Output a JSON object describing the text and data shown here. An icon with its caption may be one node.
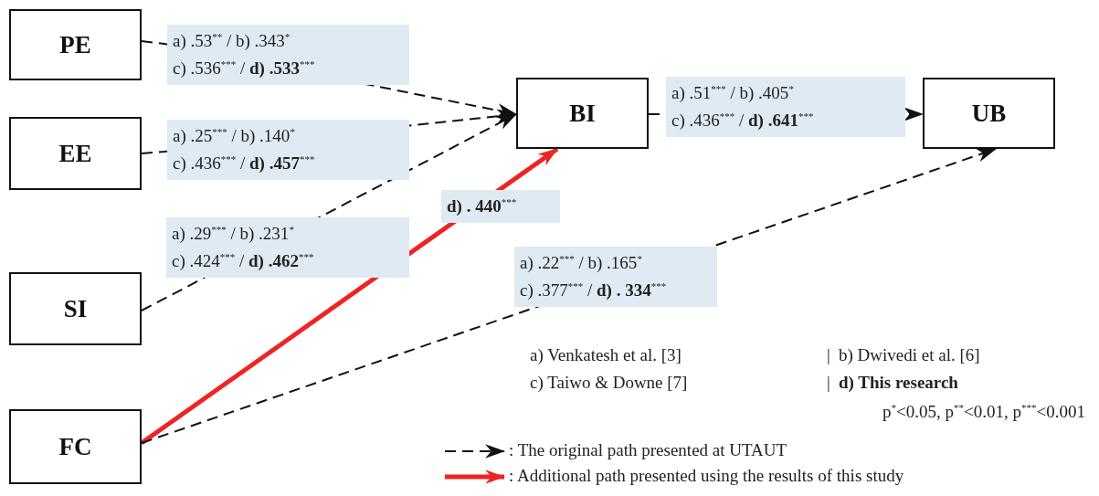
{
  "diagram": {
    "nodes": [
      {
        "text": [
          "PE"
        ]
      },
      {
        "text": [
          "EE"
        ]
      },
      {
        "text": [
          "SI"
        ]
      },
      {
        "text": [
          "FC"
        ]
      },
      {
        "text": [
          "BI"
        ]
      },
      {
        "text": [
          "UB"
        ]
      }
    ],
    "edges": [
      {
        "from": 0,
        "to": 4,
        "arrow": "to",
        "style": "dashed",
        "label": "a) .53$^{**}$ / b) .343$^{*}$ c) .536$^{***}$ / **d)** **.533**$^{***}$"
      },
      {
        "from": 1,
        "to": 4,
        "arrow": "to",
        "style": "dashed",
        "label": "a) .25$^{***}$ / b) .140$^{*}$ c) .436$^{***}$ / **d)** **.457**$^{***}$"
      },
      {
        "from": 2,
        "to": 4,
        "arrow": "to",
        "style": "dashed",
        "label": "a) .29$^{***}$ / b) .231$^{*}$ c) .424$^{***}$ / **d)** **.462**$^{***}$"
      },
      {
        "from": 3,
        "to": 4,
        "arrow": "to",
        "style": "thick",
        "color": "#ee2424",
        "label": "**d)** **.** **440**$^{***}$"
      },
      {
        "from": 3,
        "to": 5,
        "arrow": "to",
        "style": "dashed",
        "label": "a) .22$^{***}$ / b) .165$^{*}$ c) .377$^{***}$ / **d)** **.** **334**$^{***}$"
      },
      {
        "from": 4,
        "to": 5,
        "arrow": "to",
        "style": "dashed",
        "label": "a) .51$^{***}$ / b) .405$^{*}$ c) .436$^{***}$ / **d)** **.641**$^{***}$"
      }
    ],
    "labels": [
      "a) Venkatesh et al. [3]",
      "|",
      "b) Dwivedi et al. [6]",
      "c) Taiwo & Downe [7]",
      "|",
      "d) This research",
      "p$^{*}$<0.05, p$^{**}$<0.01, p$^{***}$<0.001"
    ],
    "legend": [
      {
        "text": ": The original path presented at UTAUT"
      },
      {
        "text": ": Additional path presented using the results of this study"
      }
    ]
  }
}
